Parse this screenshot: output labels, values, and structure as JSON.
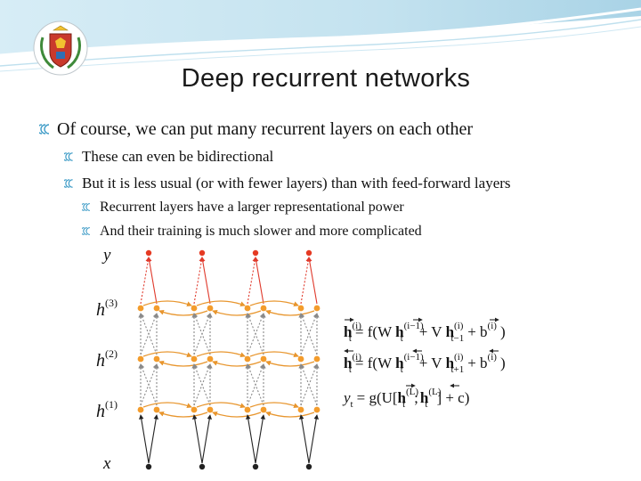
{
  "slide": {
    "title": "Deep recurrent networks",
    "bullets": [
      "Of course, we can put many recurrent layers on each other",
      "These can even be bidirectional",
      "But it is less usual (or with fewer layers) than with feed-forward layers",
      "Recurrent layers have a larger representational power",
      "And their training is much slower and more complicated"
    ]
  },
  "figure": {
    "layer_labels": [
      "y",
      "h",
      "(3)",
      "h",
      "(2)",
      "h",
      "(1)",
      "x"
    ],
    "equations": [
      {
        "lhs": "h",
        "sup": "(i)",
        "sub": "t",
        "rhs_f": "= f(W",
        "h2": "h",
        "sup2": "(i−1)",
        "sub2": "t",
        "plus": "+ V",
        "h3": "h",
        "sup3": "(i)",
        "sub3": "t−1",
        "tail": "+ b",
        "sup4": "(i)",
        "close": ")"
      },
      {
        "lhs": "h",
        "sup": "(i)",
        "sub": "t",
        "rhs_f": "= f(W",
        "h2": "h",
        "sup2": "(i−1)",
        "sub2": "t",
        "plus": "+ V",
        "h3": "h",
        "sup3": "(i)",
        "sub3": "t+1",
        "tail": "+ b",
        "sup4": "(i)",
        "close": ")"
      },
      {
        "lhs": "y",
        "sub": "t",
        "rhs_f": "= g(U[",
        "h2": "h",
        "sup2": "(L)",
        "sub2": "t",
        "plus": ";",
        "h3": "h",
        "sup3": "(L)",
        "sub3": "t",
        "tail": "] + c)"
      }
    ]
  },
  "colors": {
    "node": "#f39c2c",
    "output_node": "#e53a23",
    "input_node": "#222222",
    "arrow_gray": "#8a8a8a",
    "arrow_orange": "#e8962e",
    "arrow_red": "#e03a2c"
  },
  "icons": {
    "bullet": "three-arc-bullet-icon",
    "logo": "university-crest-icon"
  }
}
